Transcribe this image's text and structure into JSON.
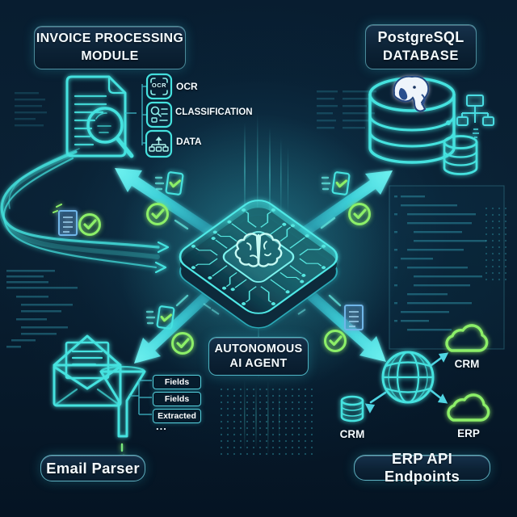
{
  "colors": {
    "background": "#071a2b",
    "teal": "#45e2df",
    "teal_bright": "#7df4ef",
    "green": "#8cef68",
    "white_text": "#f4fbff"
  },
  "invoice_module": {
    "title_line1": "INVOICE PROCESSING",
    "title_line2": "MODULE",
    "features": [
      {
        "label": "OCR",
        "badge": "OCR",
        "icon": "ocr-scan-frame-icon"
      },
      {
        "label": "CLASSIFICATION",
        "icon": "classification-list-icon"
      },
      {
        "label": "DATA",
        "icon": "data-hierarchy-icon"
      }
    ]
  },
  "postgres_module": {
    "title_line1": "PostgreSQL",
    "title_line2": "DATABASE",
    "icon": "postgresql-elephant-database-icon"
  },
  "ai_agent": {
    "label_line1": "AUTONOMOUS",
    "label_line2": "AI AGENT",
    "icon": "ai-chip-brain-icon"
  },
  "email_parser": {
    "title": "Email Parser",
    "outputs": [
      "Fields",
      "Fields",
      "Extracted"
    ],
    "more": "...",
    "icons": [
      "open-envelope-icon",
      "funnel-icon"
    ]
  },
  "erp_endpoints": {
    "title": "ERP API Endpoints",
    "icon": "globe-icon",
    "cloud_nodes": [
      {
        "label": "CRM"
      },
      {
        "label": "ERP"
      }
    ],
    "db_node_label": "CRM"
  },
  "decorations": {
    "check_circle_icon_count": 5,
    "document_check_icon_count": 3,
    "arrow_beams": [
      "to-invoice-module",
      "to-postgres-database",
      "to-email-parser",
      "to-erp-endpoints"
    ]
  }
}
